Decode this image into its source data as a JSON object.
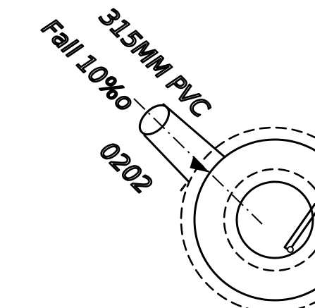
{
  "annotations": {
    "pipe_size": "315MM PVC",
    "fall": "Fall 10%o",
    "manhole_id": "0202"
  },
  "colors": {
    "line": "#000000",
    "background": "#ffffff"
  }
}
